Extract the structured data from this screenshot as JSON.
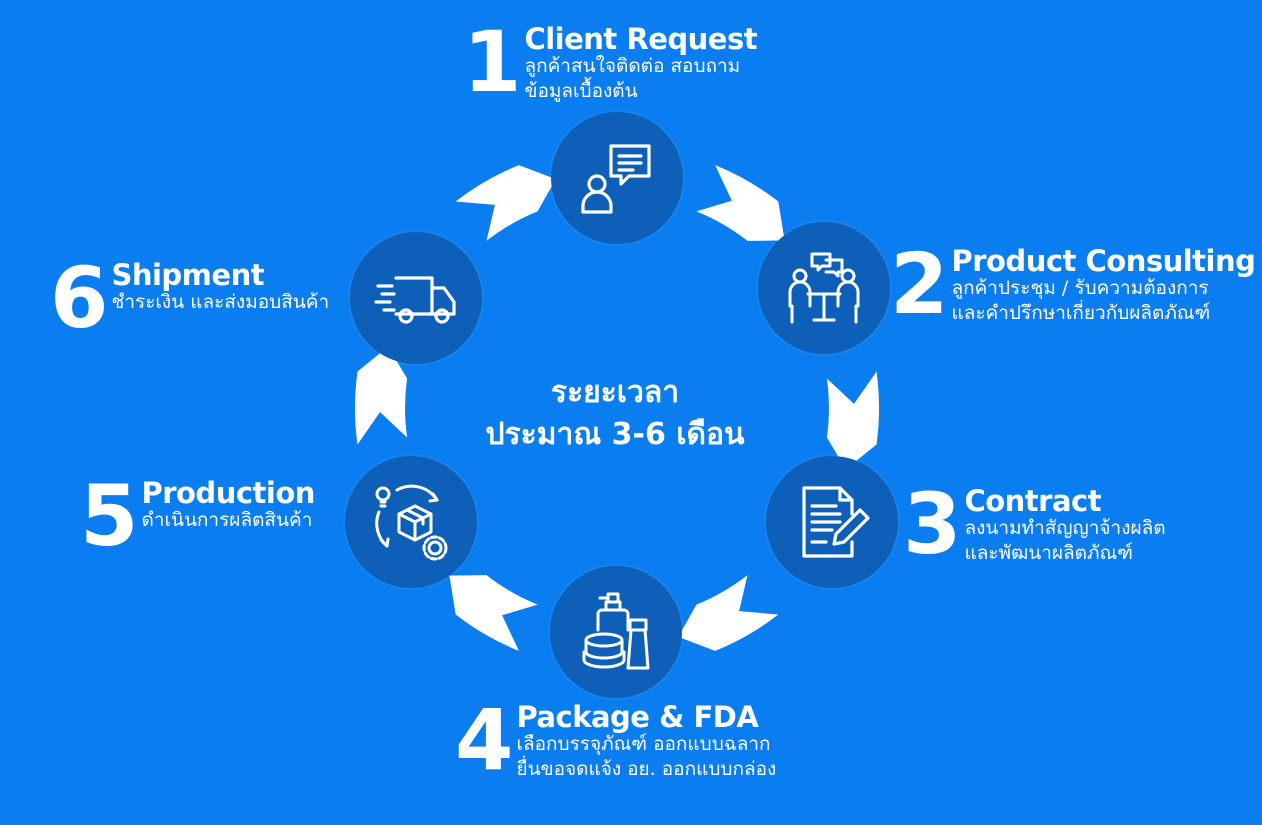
{
  "center": {
    "line1": "ระยะเวลา",
    "line2": "ประมาณ 3-6 เดือน"
  },
  "steps": [
    {
      "num": "1",
      "title": "Client Request",
      "desc1": "ลูกค้าสนใจติดต่อ สอบถาม",
      "desc2": "ข้อมูลเบื้องต้น",
      "icon": "chat-person-icon"
    },
    {
      "num": "2",
      "title": "Product Consulting",
      "desc1": "ลูกค้าประชุม / รับความต้องการ",
      "desc2": "และคำปรึกษาเกี่ยวกับผลิตภัณฑ์",
      "icon": "meeting-icon"
    },
    {
      "num": "3",
      "title": "Contract",
      "desc1": "ลงนามทำสัญญาจ้างผลิต",
      "desc2": "และพัฒนาผลิตภัณฑ์",
      "icon": "document-sign-icon"
    },
    {
      "num": "4",
      "title": "Package & FDA",
      "desc1": "เลือกบรรจุภัณฑ์ ออกแบบฉลาก",
      "desc2": "ยื่นขอจดแจ้ง อย. ออกแบบกล่อง",
      "icon": "cosmetic-package-icon"
    },
    {
      "num": "5",
      "title": "Production",
      "desc1": "ดำเนินการผลิตสินค้า",
      "desc2": "",
      "icon": "production-cycle-icon"
    },
    {
      "num": "6",
      "title": "Shipment",
      "desc1": "ชำระเงิน และส่งมอบสินค้า",
      "desc2": "",
      "icon": "delivery-truck-icon"
    }
  ],
  "colors": {
    "background": "#0a7df0",
    "icon_circle": "#0d5fb8",
    "ring": "#ffffff"
  }
}
